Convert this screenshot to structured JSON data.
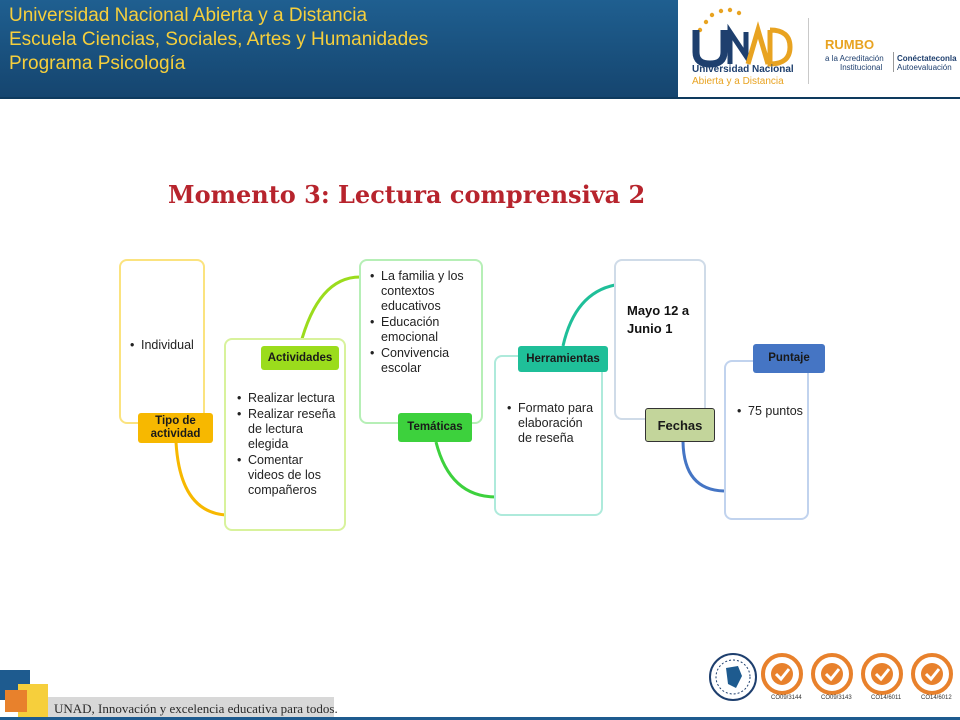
{
  "header": {
    "line1": "Universidad Nacional Abierta y a Distancia",
    "line2": "Escuela Ciencias, Sociales, Artes y Humanidades",
    "line3": "Programa Psicología"
  },
  "logos": {
    "unad_main": "UNAD",
    "unad_sub1": "Universidad Nacional",
    "unad_sub2": "Abierta y a Distancia",
    "rumbo": "RUMBO",
    "rumbo_line1": "a la Acreditación",
    "rumbo_line2": "Institucional",
    "conectate1": "Conéctateconla",
    "conectate2": "Autoevaluación"
  },
  "title": "Momento 3: Lectura comprensiva 2",
  "diagram": {
    "nodes": [
      {
        "id": "tipo",
        "label": "Tipo de actividad",
        "items": [
          "Individual"
        ],
        "color": "#f7b800"
      },
      {
        "id": "actividades",
        "label": "Actividades",
        "items": [
          "Realizar lectura",
          "Realizar  reseña de lectura elegida",
          "Comentar videos de los compañeros"
        ],
        "color": "#9bdc1c"
      },
      {
        "id": "tematicas",
        "label": "Temáticas",
        "items": [
          "La familia y los contextos educativos",
          "Educación emocional",
          "Convivencia escolar"
        ],
        "color": "#3dd13d"
      },
      {
        "id": "herramientas",
        "label": "Herramientas",
        "items": [
          "Formato para elaboración de reseña"
        ],
        "color": "#1fbf99"
      },
      {
        "id": "fechas",
        "label": "Fechas",
        "items": [
          "Mayo 12 a Junio 1"
        ],
        "color": "#c3d59b"
      },
      {
        "id": "puntaje",
        "label": "Puntaje",
        "items": [
          "75 puntos"
        ],
        "color": "#4575c4"
      }
    ]
  },
  "footer": {
    "slogan": "UNAD, Innovación y excelencia educativa para todos.",
    "cert_codes": [
      "CO09/3144",
      "CO09/3143",
      "CO14/6011",
      "CO14/6012"
    ]
  },
  "colors": {
    "header_bg": "#1a5384",
    "header_text": "#f6cf3c",
    "title": "#b7242d"
  }
}
